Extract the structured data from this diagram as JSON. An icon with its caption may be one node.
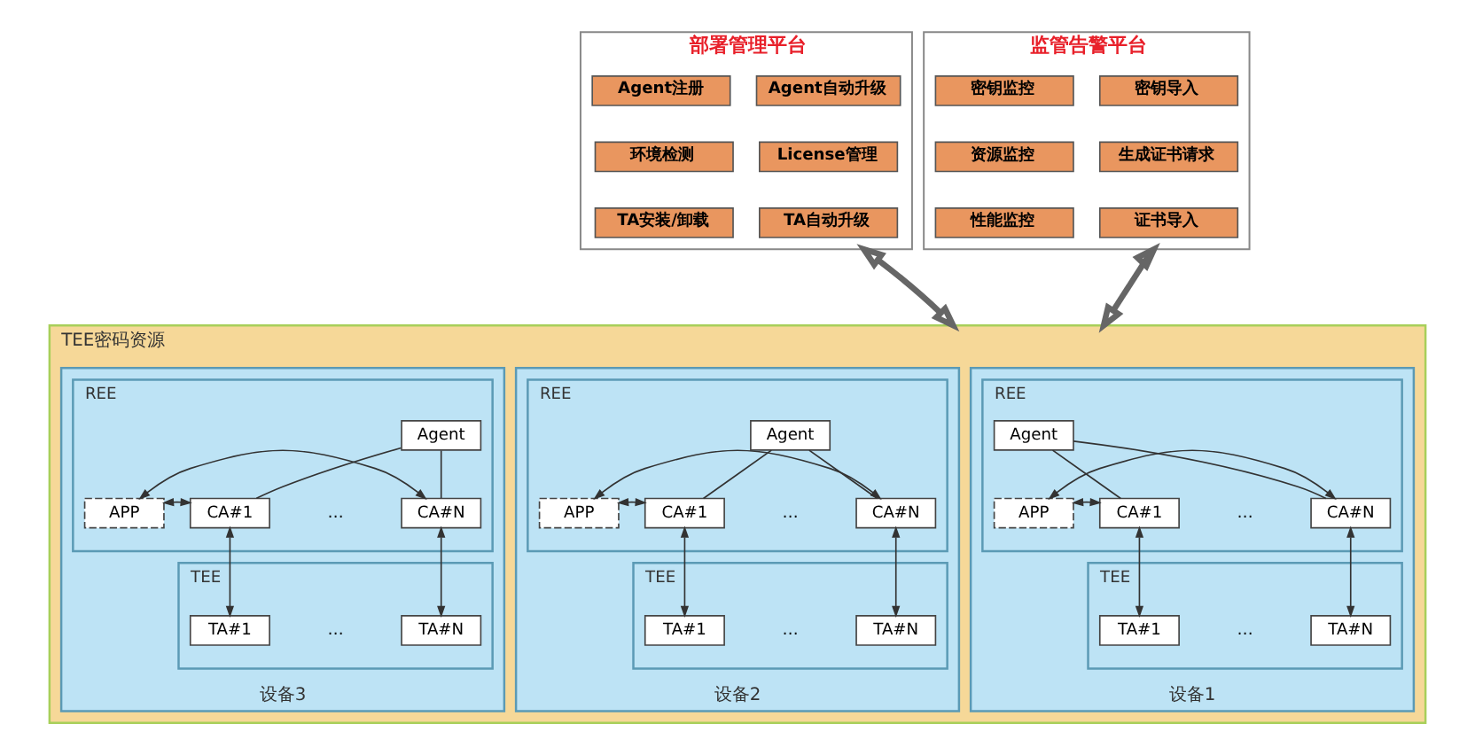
{
  "diagram": {
    "nodes": [
      {
        "text": [
          "部署管理平台"
        ]
      },
      {
        "text": [
          "Agent注册"
        ],
        "in": 0
      },
      {
        "text": [
          "Agent自动升级"
        ],
        "in": 0
      },
      {
        "text": [
          "环境检测"
        ],
        "in": 0
      },
      {
        "text": [
          "License管理"
        ],
        "in": 0
      },
      {
        "text": [
          "TA安装/卸载"
        ],
        "in": 0
      },
      {
        "text": [
          "TA自动升级"
        ],
        "in": 0
      },
      {
        "text": [
          "监管告警平台"
        ]
      },
      {
        "text": [
          "密钥监控"
        ],
        "in": 7
      },
      {
        "text": [
          "密钥导入"
        ],
        "in": 7
      },
      {
        "text": [
          "资源监控"
        ],
        "in": 7
      },
      {
        "text": [
          "生成证书请求"
        ],
        "in": 7
      },
      {
        "text": [
          "性能监控"
        ],
        "in": 7
      },
      {
        "text": [
          "证书导入"
        ],
        "in": 7
      },
      {
        "text": [
          "TEE密码资源"
        ]
      },
      {
        "text": [
          "设备1"
        ],
        "in": 14
      },
      {
        "text": [
          "REE"
        ],
        "in": 15
      },
      {
        "text": [
          "TEE"
        ],
        "in": 15
      },
      {
        "text": [
          "Agent"
        ],
        "in": 16
      },
      {
        "text": [
          "APP"
        ],
        "in": 16
      },
      {
        "text": [
          "CA#1"
        ],
        "in": 16
      },
      {
        "text": [
          "CA#N"
        ],
        "in": 16
      },
      {
        "text": [
          "TA#1"
        ],
        "in": 17
      },
      {
        "text": [
          "TA#N"
        ],
        "in": 17
      },
      {
        "text": [
          "设备2"
        ],
        "in": 14
      },
      {
        "text": [
          "REE"
        ],
        "in": 24
      },
      {
        "text": [
          "TEE"
        ],
        "in": 24
      },
      {
        "text": [
          "Agent"
        ],
        "in": 25
      },
      {
        "text": [
          "APP"
        ],
        "in": 25
      },
      {
        "text": [
          "CA#1"
        ],
        "in": 25
      },
      {
        "text": [
          "CA#N"
        ],
        "in": 25
      },
      {
        "text": [
          "TA#1"
        ],
        "in": 26
      },
      {
        "text": [
          "TA#N"
        ],
        "in": 26
      },
      {
        "text": [
          "设备3"
        ],
        "in": 14
      },
      {
        "text": [
          "REE"
        ],
        "in": 33
      },
      {
        "text": [
          "TEE"
        ],
        "in": 33
      },
      {
        "text": [
          "Agent"
        ],
        "in": 34
      },
      {
        "text": [
          "APP"
        ],
        "in": 34
      },
      {
        "text": [
          "CA#1"
        ],
        "in": 34
      },
      {
        "text": [
          "CA#N"
        ],
        "in": 34
      },
      {
        "text": [
          "TA#1"
        ],
        "in": 35
      },
      {
        "text": [
          "TA#N"
        ],
        "in": 35
      }
    ],
    "edges": [
      {
        "from": 0,
        "to": 14,
        "arrow": "both",
        "style": "thick"
      },
      {
        "from": 7,
        "to": 14,
        "arrow": "both",
        "style": "thick"
      },
      {
        "from": 18,
        "to": 20,
        "arrow": "none"
      },
      {
        "from": 18,
        "to": 21,
        "arrow": "none"
      },
      {
        "from": 19,
        "to": 20,
        "arrow": "both"
      },
      {
        "from": 19,
        "to": 21,
        "arrow": "both"
      },
      {
        "from": 20,
        "to": 22,
        "arrow": "both"
      },
      {
        "from": 21,
        "to": 23,
        "arrow": "both"
      },
      {
        "from": 27,
        "to": 29,
        "arrow": "none"
      },
      {
        "from": 27,
        "to": 30,
        "arrow": "none"
      },
      {
        "from": 28,
        "to": 29,
        "arrow": "both"
      },
      {
        "from": 28,
        "to": 30,
        "arrow": "both"
      },
      {
        "from": 29,
        "to": 31,
        "arrow": "both"
      },
      {
        "from": 30,
        "to": 32,
        "arrow": "both"
      },
      {
        "from": 36,
        "to": 38,
        "arrow": "none"
      },
      {
        "from": 36,
        "to": 39,
        "arrow": "none"
      },
      {
        "from": 37,
        "to": 38,
        "arrow": "both"
      },
      {
        "from": 37,
        "to": 39,
        "arrow": "both"
      },
      {
        "from": 38,
        "to": 40,
        "arrow": "both"
      },
      {
        "from": 39,
        "to": 41,
        "arrow": "both"
      }
    ],
    "labels": [
      "…",
      "…",
      "…",
      "…",
      "…",
      "…"
    ]
  }
}
